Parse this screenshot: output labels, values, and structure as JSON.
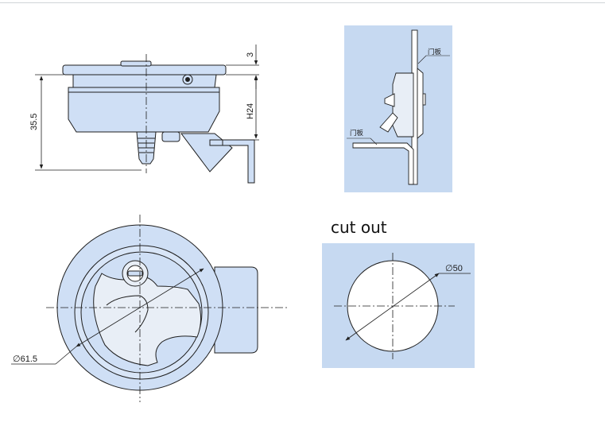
{
  "side_view": {
    "dim_top": "3",
    "dim_height": "35.5",
    "dim_h24": "H24"
  },
  "mounted_view": {
    "label_upper": "门板",
    "label_lower": "门板"
  },
  "front_view": {
    "dim_diameter": "∅61.5"
  },
  "cutout_view": {
    "title": "cut out",
    "dim_diameter": "∅50"
  },
  "colors": {
    "part_fill": "#cfdff5",
    "panel_fill": "#c6d9f1",
    "outline": "#1f1f1f",
    "cutout_hole": "#ffffff"
  }
}
